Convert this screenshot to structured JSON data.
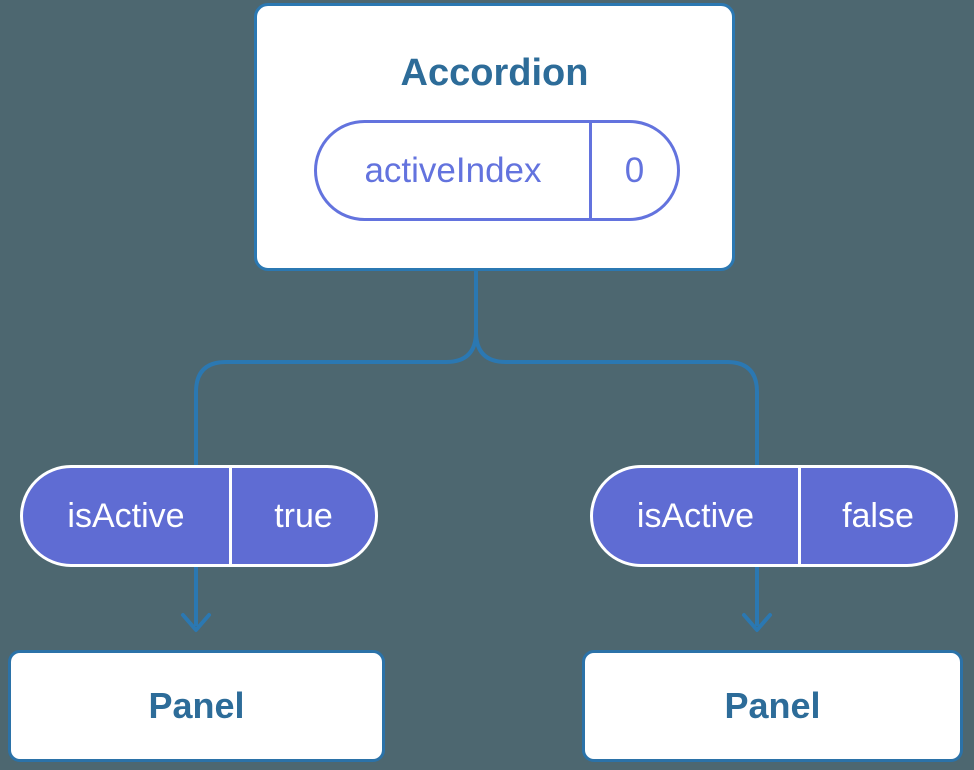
{
  "colors": {
    "background": "#4D6770",
    "connector_blue": "#2B78B2",
    "heading_blue": "#2D6C99",
    "panel_border_blue": "#2B72A8",
    "prop_pill_fill": "#5F6CD3",
    "state_pill_purple": "#6373DE",
    "node_fill": "#FFFFFF",
    "prop_text": "#FFFFFF"
  },
  "tree": {
    "root": {
      "title": "Accordion",
      "state": {
        "name": "activeIndex",
        "value": "0"
      }
    },
    "props": [
      {
        "name": "isActive",
        "value": "true"
      },
      {
        "name": "isActive",
        "value": "false"
      }
    ],
    "children": [
      {
        "title": "Panel"
      },
      {
        "title": "Panel"
      }
    ]
  }
}
